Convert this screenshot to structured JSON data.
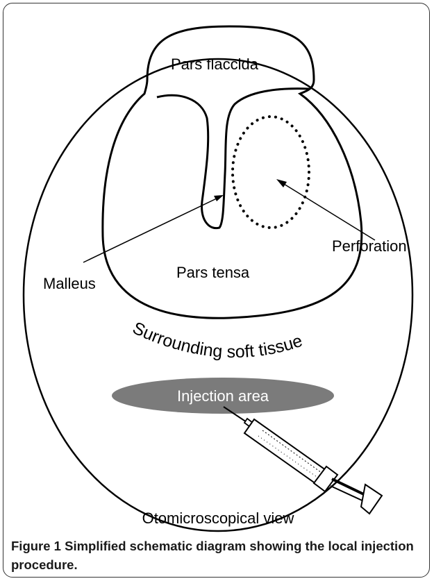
{
  "figure": {
    "labels": {
      "pars_flaccida": "Pars flaccida",
      "perforation": "Perforation",
      "malleus": "Malleus",
      "pars_tensa": "Pars tensa",
      "surrounding_soft_tissue": "Surrounding soft tissue",
      "injection_area": "Injection area",
      "view": "Otomicroscopical view"
    },
    "caption": {
      "label": "Figure 1",
      "text": "Simplified schematic diagram showing the local injection procedure."
    }
  }
}
